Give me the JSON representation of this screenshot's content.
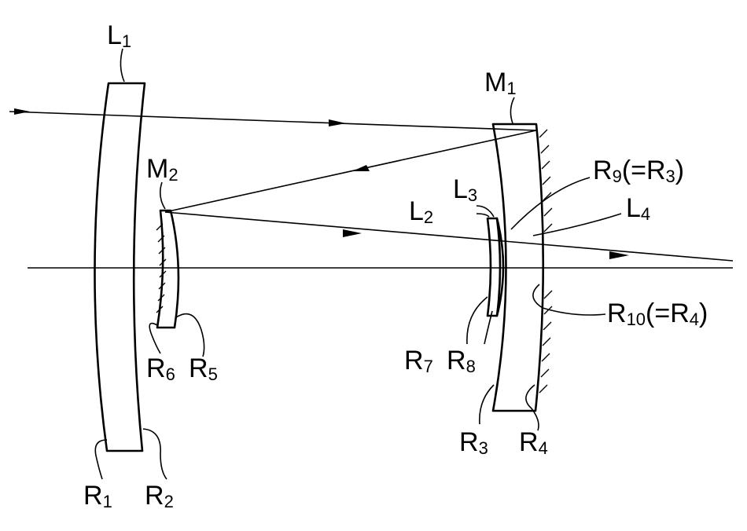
{
  "labels": {
    "L1": {
      "main": "L",
      "sub": "1"
    },
    "M1": {
      "main": "M",
      "sub": "1"
    },
    "M2": {
      "main": "M",
      "sub": "2"
    },
    "L2": {
      "main": "L",
      "sub": "2"
    },
    "L3": {
      "main": "L",
      "sub": "3"
    },
    "L4": {
      "main": "L",
      "sub": "4"
    },
    "R1": {
      "main": "R",
      "sub": "1"
    },
    "R2": {
      "main": "R",
      "sub": "2"
    },
    "R3": {
      "main": "R",
      "sub": "3"
    },
    "R4": {
      "main": "R",
      "sub": "4"
    },
    "R5": {
      "main": "R",
      "sub": "5"
    },
    "R6": {
      "main": "R",
      "sub": "6"
    },
    "R7": {
      "main": "R",
      "sub": "7"
    },
    "R8": {
      "main": "R",
      "sub": "8"
    },
    "R9": {
      "main": "R",
      "sub": "9",
      "suffix": "(=R",
      "suffix_sub": "3",
      "close": ")"
    },
    "R10": {
      "main": "R",
      "sub": "10",
      "suffix": "(=R",
      "suffix_sub": "4",
      "close": ")"
    }
  }
}
